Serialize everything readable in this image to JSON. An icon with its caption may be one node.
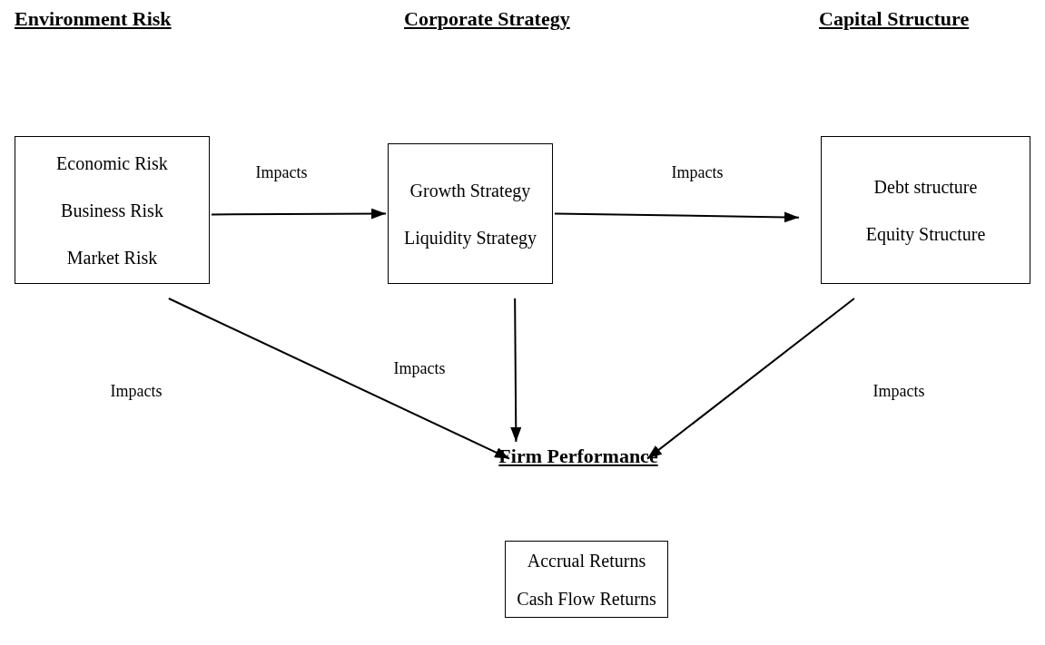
{
  "diagram": {
    "nodes": [
      {
        "text": [
          "Economic Risk",
          "Business Risk",
          "Market Risk"
        ]
      },
      {
        "text": [
          "Growth Strategy",
          "Liquidity Strategy"
        ]
      },
      {
        "text": [
          "Debt structure",
          "Equity Structure"
        ]
      },
      {
        "text": [
          "Firm Performance"
        ]
      },
      {
        "text": [
          "Accrual Returns",
          "Cash Flow Returns"
        ]
      }
    ],
    "edges": [
      {
        "from": 0,
        "to": 1,
        "arrow": "to",
        "label": "Impacts"
      },
      {
        "from": 1,
        "to": 2,
        "arrow": "to",
        "label": "Impacts"
      },
      {
        "from": 0,
        "to": 3,
        "arrow": "to",
        "label": "Impacts"
      },
      {
        "from": 1,
        "to": 3,
        "arrow": "to",
        "label": "Impacts"
      },
      {
        "from": 2,
        "to": 3,
        "arrow": "to",
        "label": "Impacts"
      }
    ],
    "labels": [
      "Environment Risk",
      "Corporate Strategy",
      "Capital Structure"
    ]
  }
}
